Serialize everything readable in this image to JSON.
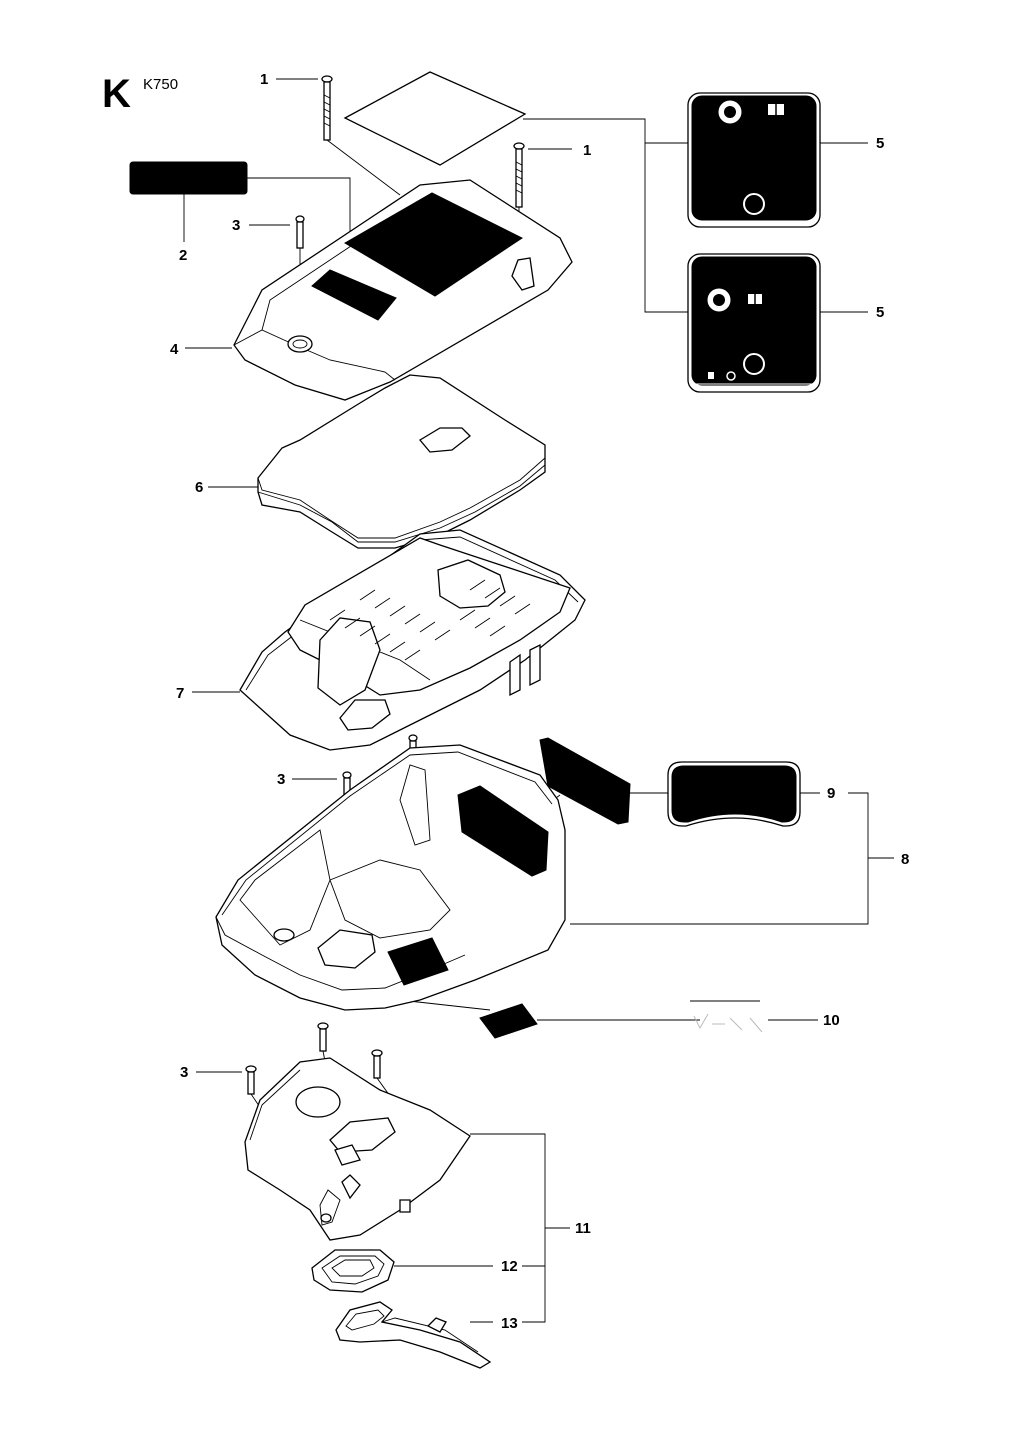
{
  "header": {
    "section": "K",
    "model": "K750"
  },
  "callouts": [
    {
      "id": "c1a",
      "text": "1"
    },
    {
      "id": "c1b",
      "text": "1"
    },
    {
      "id": "c2",
      "text": "2"
    },
    {
      "id": "c3a",
      "text": "3"
    },
    {
      "id": "c4",
      "text": "4"
    },
    {
      "id": "c5a",
      "text": "5"
    },
    {
      "id": "c5b",
      "text": "5"
    },
    {
      "id": "c6",
      "text": "6"
    },
    {
      "id": "c7",
      "text": "7"
    },
    {
      "id": "c3b",
      "text": "3"
    },
    {
      "id": "c9",
      "text": "9"
    },
    {
      "id": "c8",
      "text": "8"
    },
    {
      "id": "c10",
      "text": "10"
    },
    {
      "id": "c3c",
      "text": "3"
    },
    {
      "id": "c11",
      "text": "11"
    },
    {
      "id": "c12",
      "text": "12"
    },
    {
      "id": "c13",
      "text": "13"
    }
  ]
}
